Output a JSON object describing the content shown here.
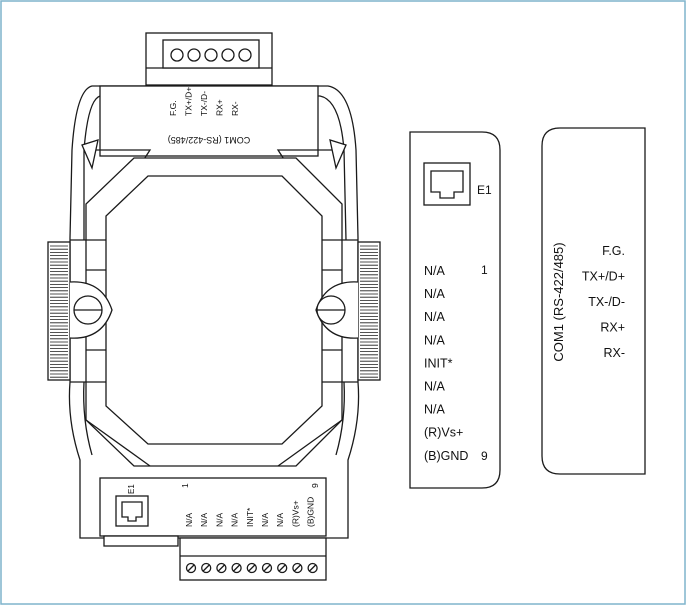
{
  "colors": {
    "frame": "#7fb4cc",
    "line": "#1a1a1a",
    "paper": "#ffffff"
  },
  "device": {
    "com1_label": "COM1 (RS-422/485)",
    "top_pins": [
      "F.G.",
      "TX+/D+",
      "TX-/D-",
      "RX+",
      "RX-"
    ],
    "e1_label": "E1",
    "bottom_pin_first": "1",
    "bottom_pin_last": "9",
    "bottom_pins": [
      "N/A",
      "N/A",
      "N/A",
      "N/A",
      "INIT*",
      "N/A",
      "N/A",
      "(R)Vs+",
      "(B)GND"
    ]
  },
  "left_panel": {
    "e1_label": "E1",
    "pin_first": "1",
    "pin_last": "9",
    "pins": [
      "N/A",
      "N/A",
      "N/A",
      "N/A",
      "INIT*",
      "N/A",
      "N/A",
      "(R)Vs+",
      "(B)GND"
    ]
  },
  "right_panel": {
    "com1_label": "COM1 (RS-422/485)",
    "pins": [
      "F.G.",
      "TX+/D+",
      "TX-/D-",
      "RX+",
      "RX-"
    ]
  }
}
